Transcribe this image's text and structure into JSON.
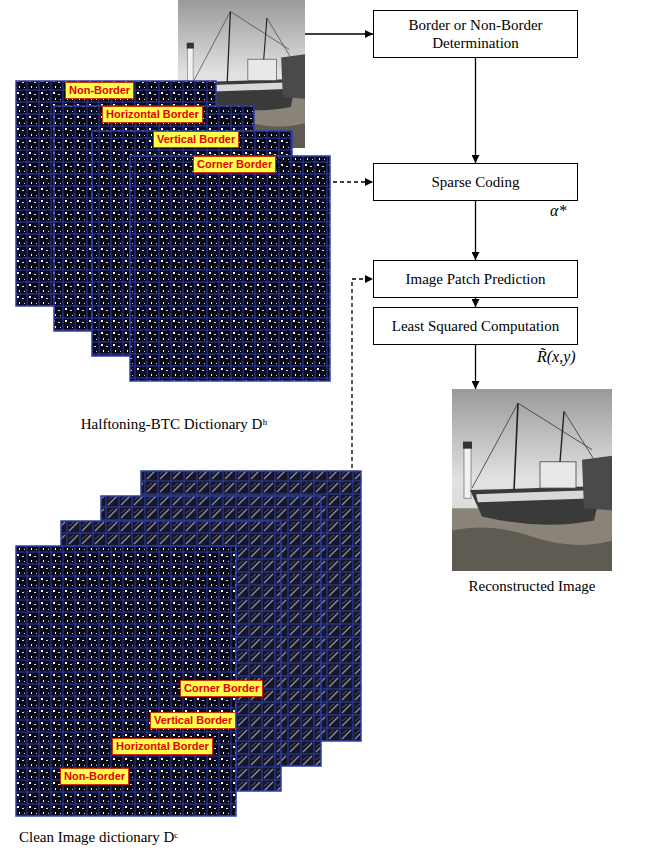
{
  "diagram": {
    "nodes": [
      {
        "text": [
          "Decoded Image"
        ]
      },
      {
        "text": [
          "Border or Non-Border Determination"
        ]
      },
      {
        "text": [
          "Halftoning-BTC Dictionary Dʰ"
        ]
      },
      {
        "text": [
          "Non-Border"
        ],
        "in": 2
      },
      {
        "text": [
          "Horizontal Border"
        ],
        "in": 2
      },
      {
        "text": [
          "Vertical Border"
        ],
        "in": 2
      },
      {
        "text": [
          "Corner Border"
        ],
        "in": 2
      },
      {
        "text": [
          "Sparse Coding"
        ]
      },
      {
        "text": [
          "Image Patch Prediction"
        ]
      },
      {
        "text": [
          "Least Squared Computation"
        ]
      },
      {
        "text": [
          "Clean Image dictionary Dᶜ"
        ]
      },
      {
        "text": [
          "Corner Border"
        ],
        "in": 10
      },
      {
        "text": [
          "Vertical Border"
        ],
        "in": 10
      },
      {
        "text": [
          "Horizontal Border"
        ],
        "in": 10
      },
      {
        "text": [
          "Non-Border"
        ],
        "in": 10
      },
      {
        "text": [
          "Reconstructed Image"
        ]
      }
    ],
    "edges": [
      {
        "from": 0,
        "to": 1,
        "arrow": "to"
      },
      {
        "from": 1,
        "to": 7,
        "arrow": "to"
      },
      {
        "from": 2,
        "to": 7,
        "arrow": "to"
      },
      {
        "from": 7,
        "to": 8,
        "arrow": "to"
      },
      {
        "from": 10,
        "to": 8,
        "arrow": "to"
      },
      {
        "from": 8,
        "to": 9,
        "arrow": "to"
      },
      {
        "from": 9,
        "to": 15,
        "arrow": "to"
      }
    ],
    "labels": [
      "α*",
      "R̃(x,y)"
    ]
  }
}
